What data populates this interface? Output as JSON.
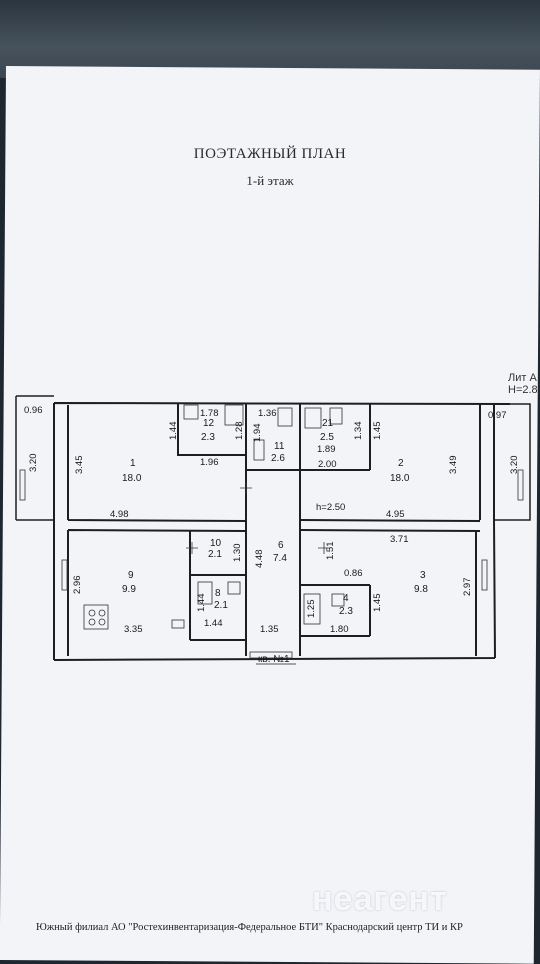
{
  "header": {
    "title": "ПОЭТАЖНЫЙ ПЛАН",
    "subtitle": "1-й этаж"
  },
  "lit": {
    "line1": "Лит А",
    "line2": "Н=2.8"
  },
  "rooms": [
    {
      "no": "1",
      "area": "18.0"
    },
    {
      "no": "2",
      "area": "18.0"
    },
    {
      "no": "3",
      "area": "9.8"
    },
    {
      "no": "4",
      "area": "2.3"
    },
    {
      "no": "6",
      "area": "7.4"
    },
    {
      "no": "8",
      "area": "2.1"
    },
    {
      "no": "9",
      "area": "9.9"
    },
    {
      "no": "10",
      "area": "2.1"
    },
    {
      "no": "11",
      "area": "2.6"
    },
    {
      "no": "12",
      "area": "2.3"
    },
    {
      "no": "21",
      "area": "2.5"
    }
  ],
  "dimensions": {
    "d_096": "0.96",
    "d_320_left": "3.20",
    "d_345": "3.45",
    "d_144": "1.44",
    "d_498": "4.98",
    "d_178": "1.78",
    "d_196": "1.96",
    "d_128": "1.28",
    "d_136": "1.36",
    "d_194": "1.94",
    "d_134": "1.34",
    "d_189": "1.89",
    "d_200": "2.00",
    "d_145_top": "1.45",
    "d_349": "3.49",
    "d_097": "0.97",
    "d_320_right": "3.20",
    "d_h250": "h=2.50",
    "d_495": "4.95",
    "d_371": "3.71",
    "d_296": "2.96",
    "d_335": "3.35",
    "d_130": "1.30",
    "d_448": "4.48",
    "d_151": "1.51",
    "d_086": "0.86",
    "d_297": "2.97",
    "d_145_bottom": "1.45",
    "d_144b": "1.44",
    "d_144c": "1.44",
    "d_125": "1.25",
    "d_180": "1.80",
    "d_135": "1.35"
  },
  "apartment_label": "кв. №1",
  "footer": "Южный филиал АО \"Ростехинвентаризация-Федеральное БТИ\" Краснодарский центр ТИ и КР",
  "watermark": "неагент"
}
